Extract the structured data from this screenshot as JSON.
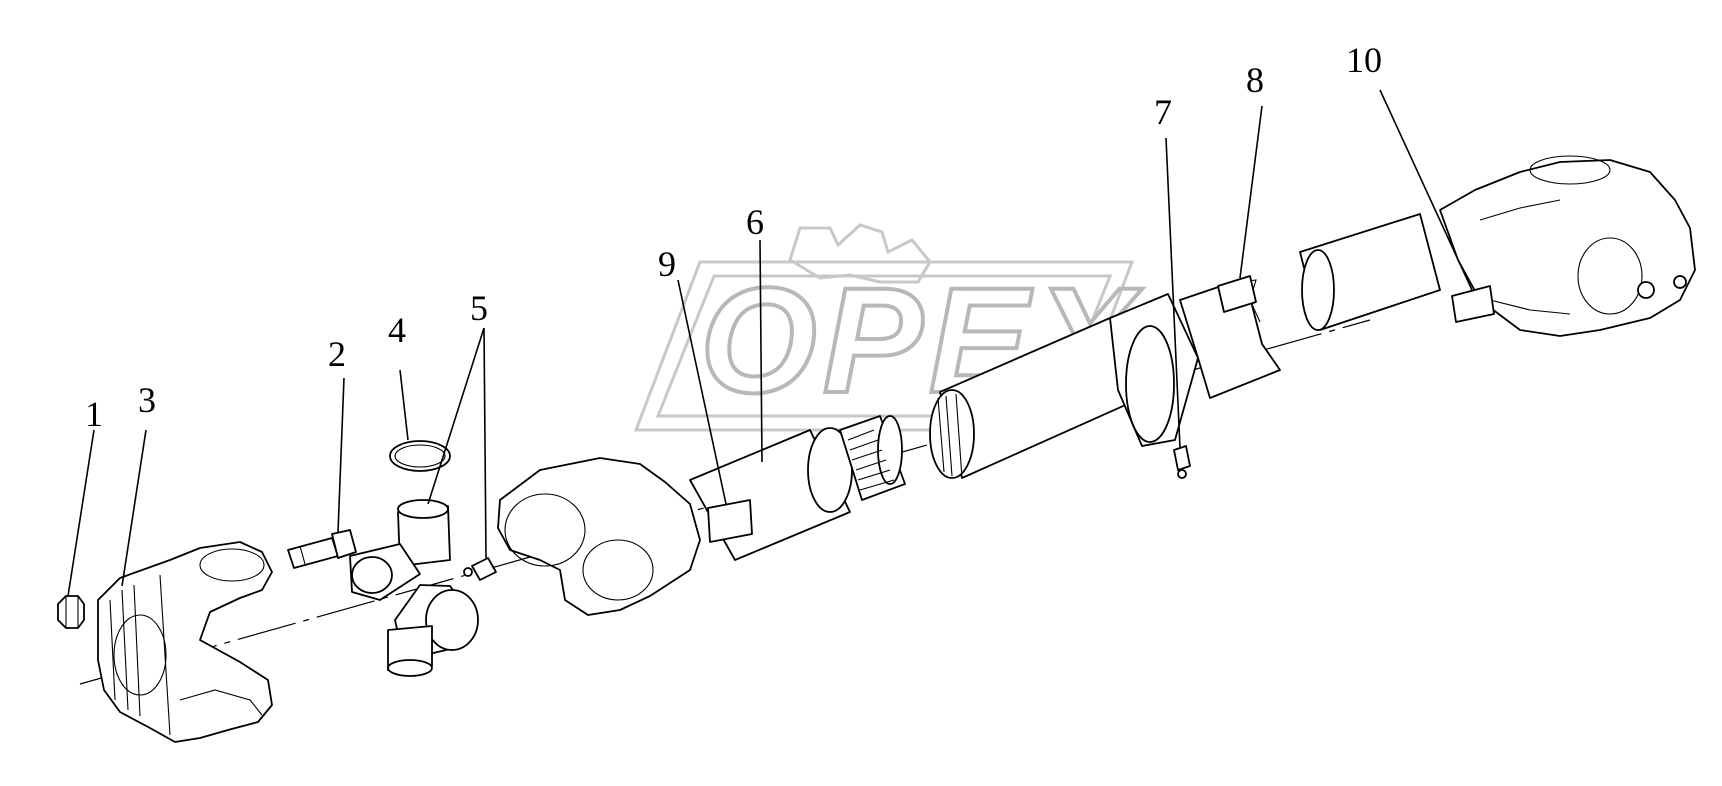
{
  "watermark": {
    "brand_text": "OPEX"
  },
  "callouts": [
    {
      "id": "1",
      "text": "1"
    },
    {
      "id": "2",
      "text": "2"
    },
    {
      "id": "3",
      "text": "3"
    },
    {
      "id": "4",
      "text": "4"
    },
    {
      "id": "5",
      "text": "5"
    },
    {
      "id": "6",
      "text": "6"
    },
    {
      "id": "7",
      "text": "7"
    },
    {
      "id": "8",
      "text": "8"
    },
    {
      "id": "9",
      "text": "9"
    },
    {
      "id": "10",
      "text": "10"
    }
  ]
}
